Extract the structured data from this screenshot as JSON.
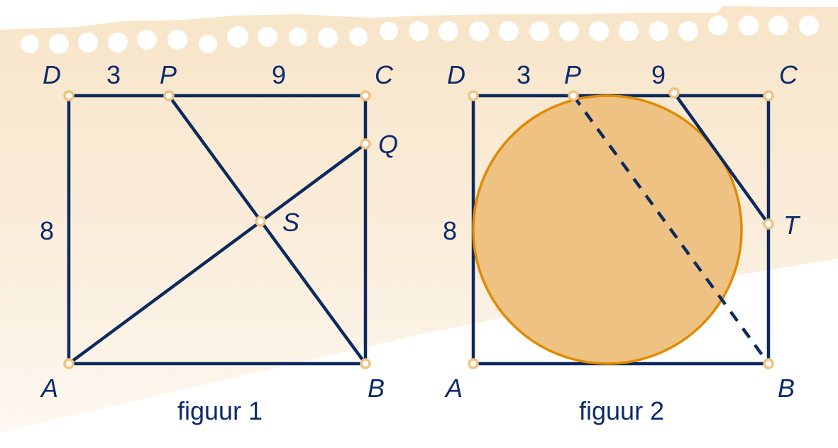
{
  "figure1": {
    "caption": "figuur 1",
    "points": {
      "D": "D",
      "C": "C",
      "A": "A",
      "B": "B",
      "P": "P",
      "Q": "Q",
      "S": "S"
    },
    "lengths": {
      "DP": "3",
      "PC": "9",
      "AD": "8"
    }
  },
  "figure2": {
    "caption": "figuur 2",
    "points": {
      "D": "D",
      "C": "C",
      "A": "A",
      "B": "B",
      "P": "P",
      "T": "T"
    },
    "lengths": {
      "DP": "3",
      "PC": "9",
      "AD": "8"
    }
  },
  "colors": {
    "line": "#0d2a5e",
    "circle_fill": "#eec282",
    "circle_stroke": "#e08a00",
    "background": "#f8e6cc",
    "point": "#efc282"
  }
}
